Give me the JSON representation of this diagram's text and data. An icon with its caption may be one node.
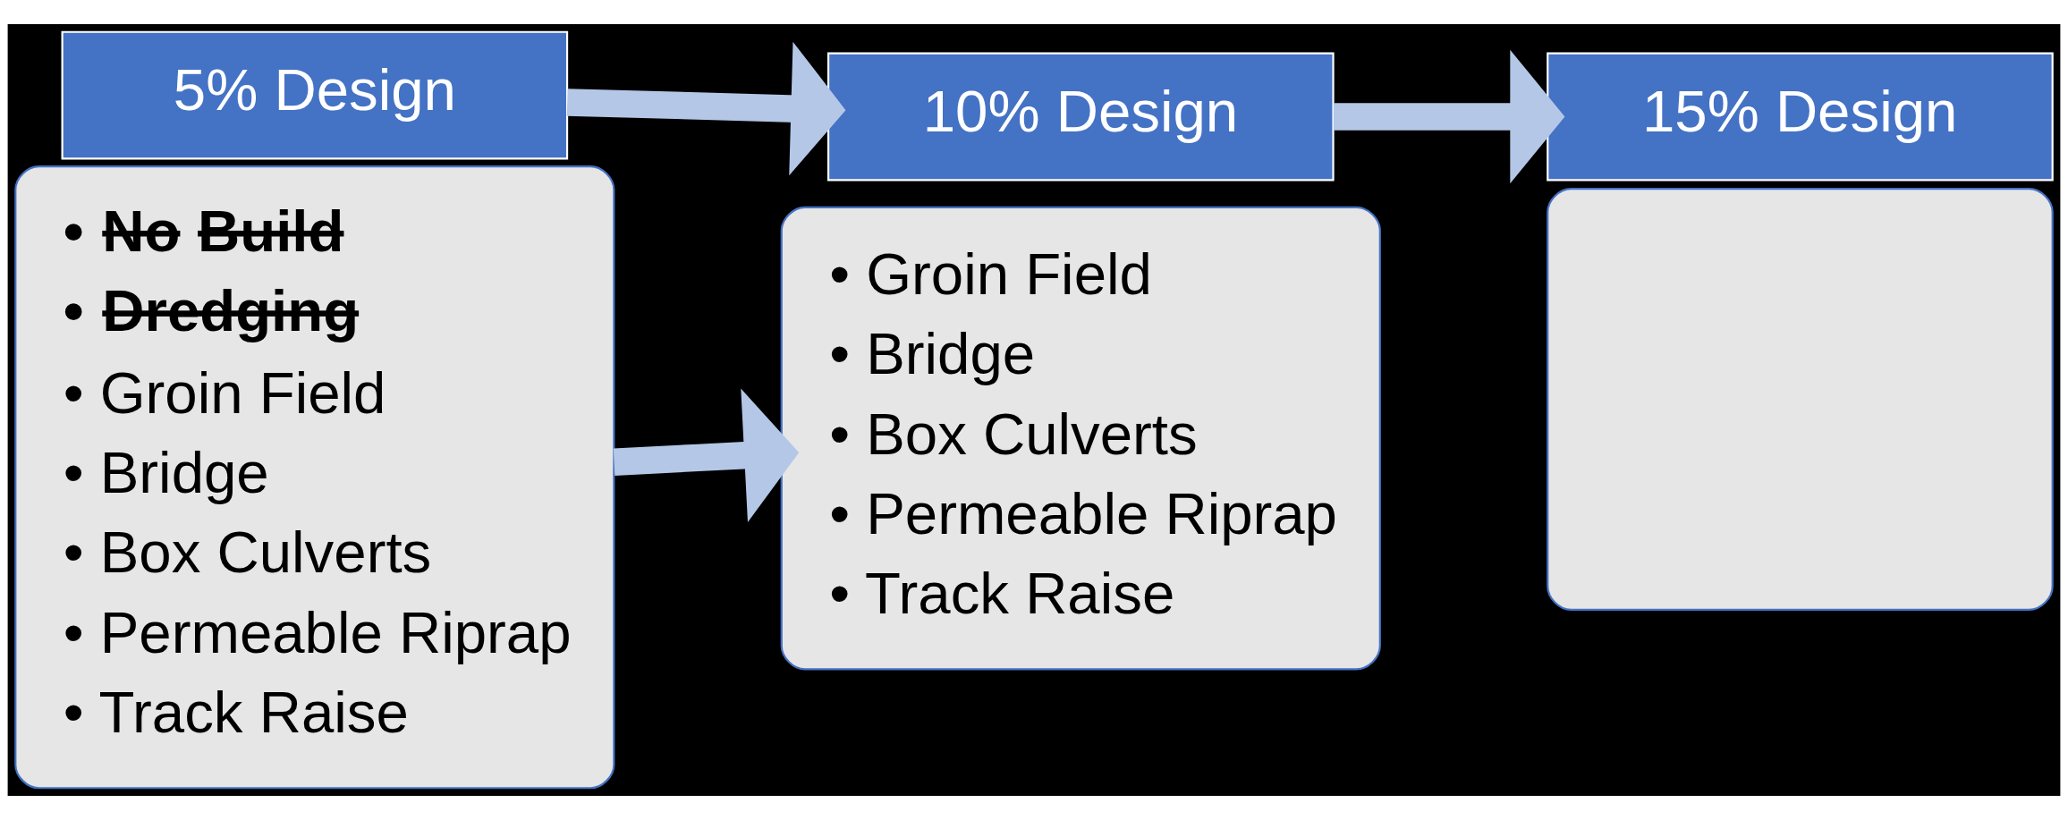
{
  "diagram": {
    "nodes": [
      {
        "text": [
          "5% Design"
        ]
      },
      {
        "text": [
          "• No Build",
          "• Dredging",
          "• Groin Field",
          "• Bridge",
          "• Box Culverts",
          "• Permeable Riprap",
          "• Track Raise"
        ]
      },
      {
        "text": [
          "10% Design"
        ]
      },
      {
        "text": [
          "• Groin Field",
          "• Bridge",
          "• Box Culverts",
          "• Permeable Riprap",
          "• Track Raise"
        ]
      },
      {
        "text": [
          "15% Design"
        ]
      },
      {
        "text": [],
        "shape": "box"
      }
    ],
    "edges": [
      {
        "from": 0,
        "to": 2,
        "arrow": "to"
      },
      {
        "from": 1,
        "to": 3,
        "arrow": "to"
      },
      {
        "from": 2,
        "to": 4,
        "arrow": "to"
      }
    ]
  }
}
